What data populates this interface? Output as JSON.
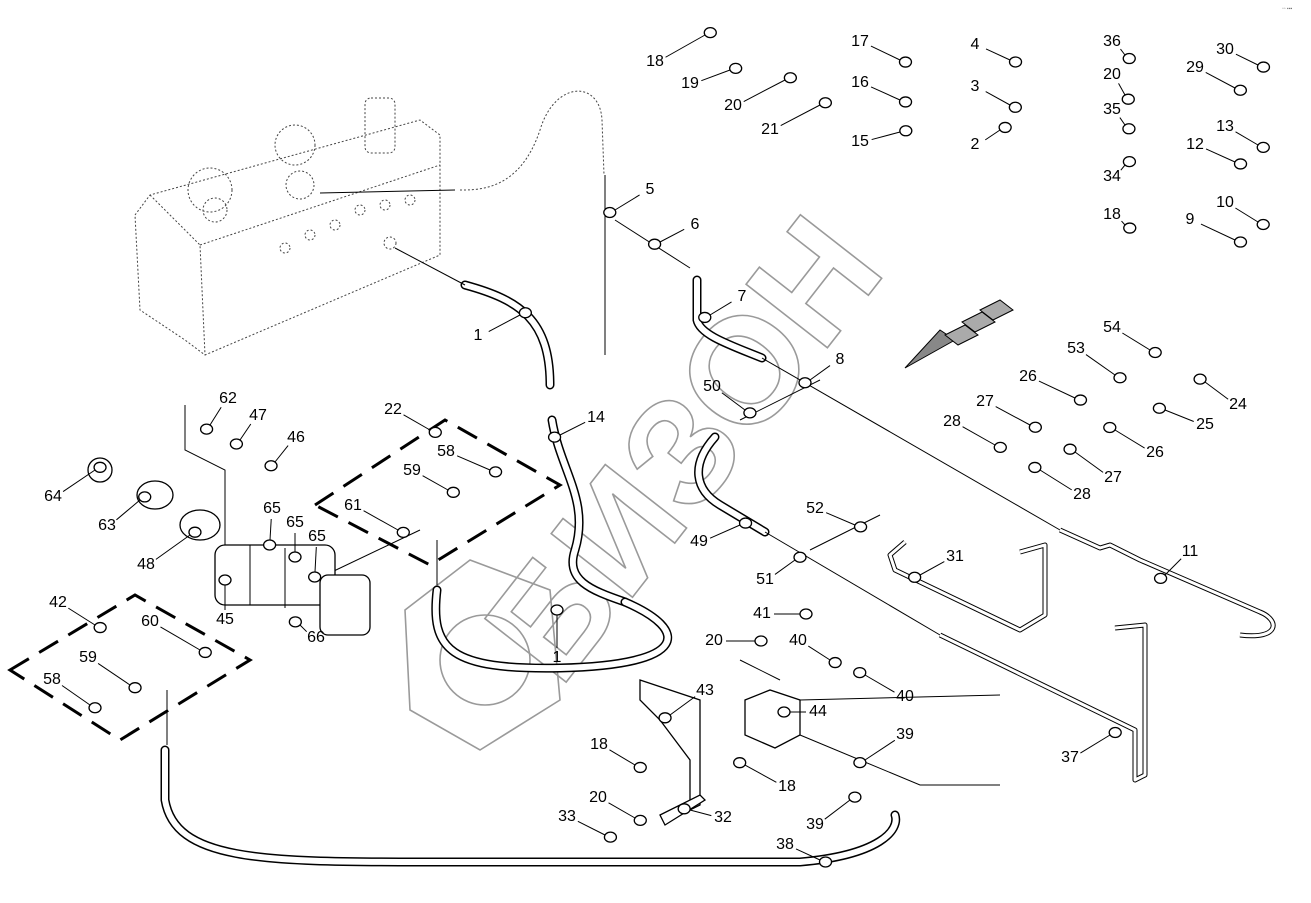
{
  "diagram": {
    "type": "exploded parts diagram",
    "callouts": [
      "18",
      "19",
      "20",
      "21",
      "17",
      "16",
      "15",
      "4",
      "3",
      "2",
      "36",
      "20",
      "35",
      "34",
      "18",
      "30",
      "29",
      "13",
      "12",
      "10",
      "9",
      "5",
      "6",
      "7",
      "8",
      "1",
      "14",
      "50",
      "54",
      "53",
      "26",
      "27",
      "28",
      "24",
      "25",
      "26",
      "27",
      "28",
      "62",
      "47",
      "46",
      "22",
      "58",
      "59",
      "61",
      "64",
      "63",
      "48",
      "65",
      "65",
      "65",
      "45",
      "66",
      "42",
      "60",
      "59",
      "58",
      "49",
      "52",
      "51",
      "31",
      "11",
      "1",
      "41",
      "20",
      "40",
      "40",
      "43",
      "44",
      "39",
      "18",
      "18",
      "37",
      "20",
      "33",
      "32",
      "39",
      "38"
    ],
    "watermark": "©БИЗОН",
    "direction_arrow": "travel-direction-arrow"
  }
}
